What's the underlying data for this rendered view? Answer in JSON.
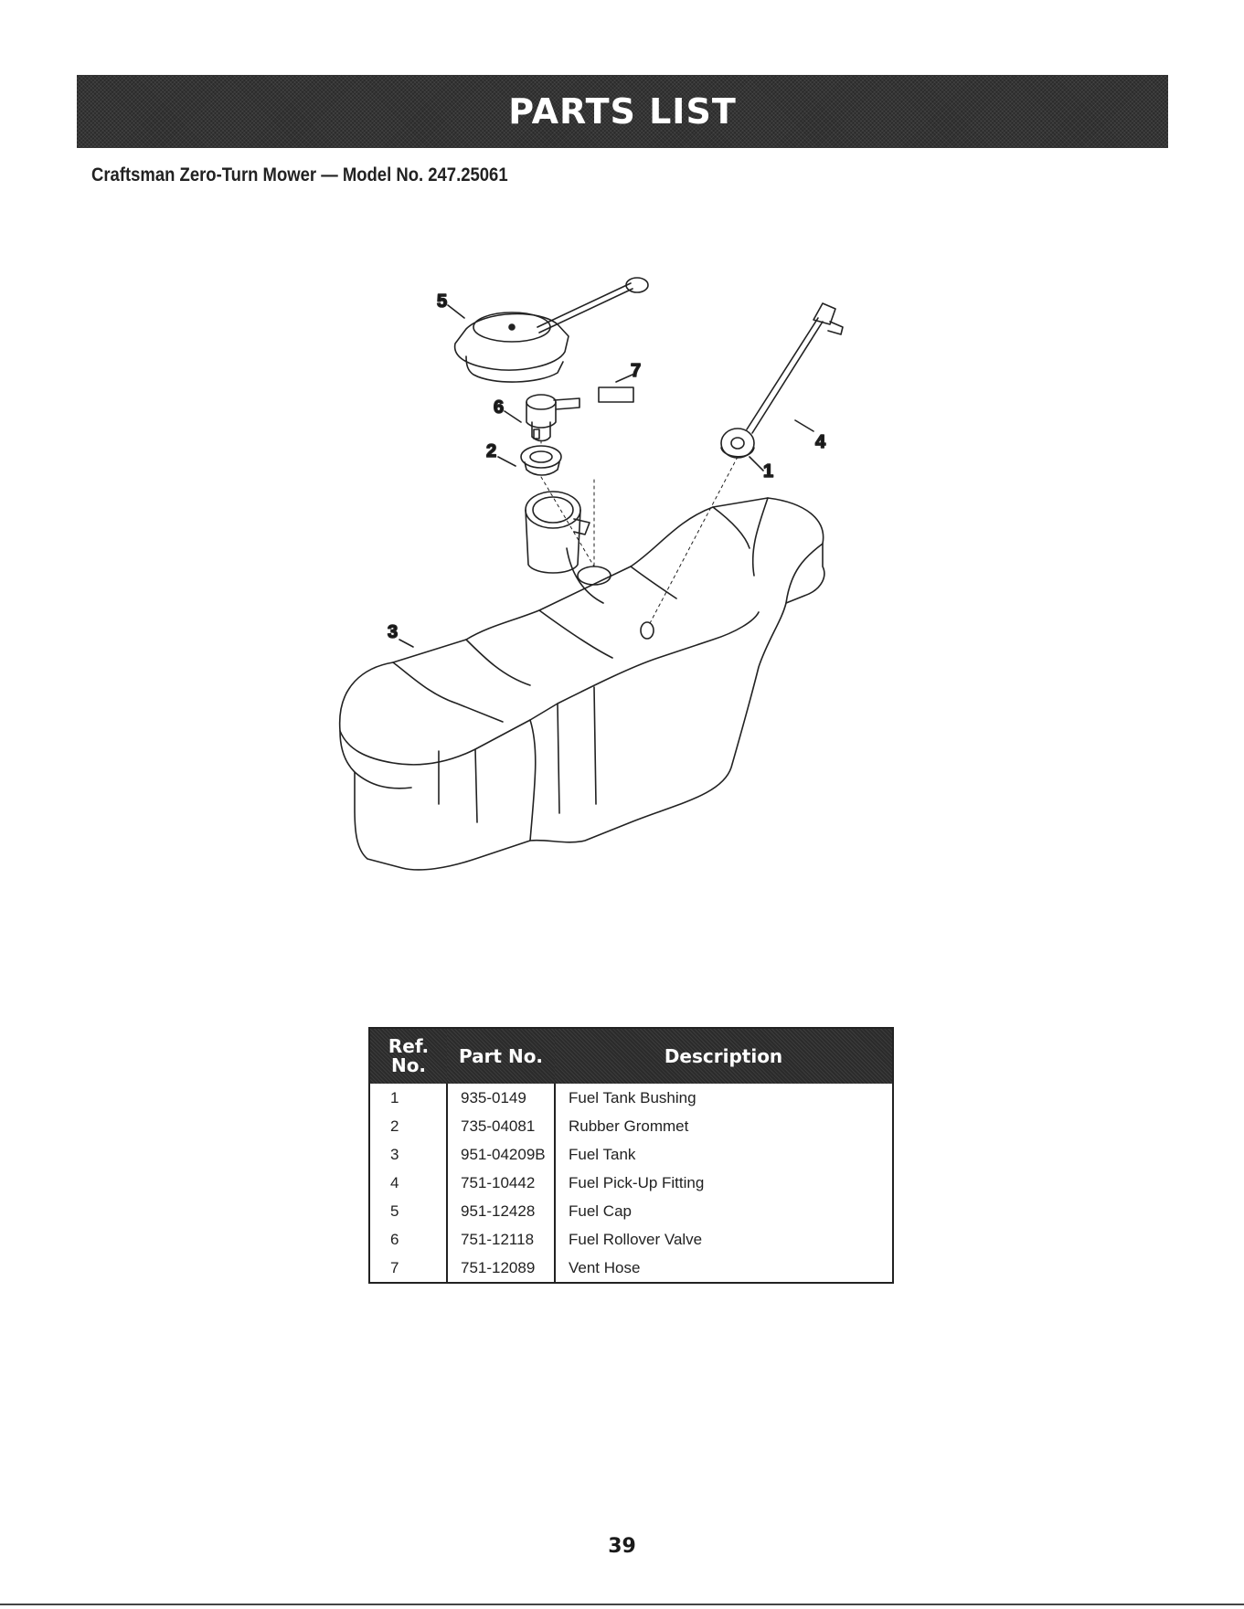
{
  "header": {
    "title": "PARTS LIST",
    "subtitle": "Craftsman Zero-Turn Mower — Model No. 247.25061"
  },
  "diagram": {
    "callouts": [
      "1",
      "2",
      "3",
      "4",
      "5",
      "6",
      "7"
    ]
  },
  "table": {
    "columns": {
      "ref_line1": "Ref.",
      "ref_line2": "No.",
      "part": "Part No.",
      "description": "Description"
    },
    "rows": [
      {
        "ref": "1",
        "part": "935-0149",
        "description": "Fuel Tank Bushing"
      },
      {
        "ref": "2",
        "part": "735-04081",
        "description": "Rubber Grommet"
      },
      {
        "ref": "3",
        "part": "951-04209B",
        "description": "Fuel Tank"
      },
      {
        "ref": "4",
        "part": "751-10442",
        "description": "Fuel Pick-Up Fitting"
      },
      {
        "ref": "5",
        "part": "951-12428",
        "description": "Fuel Cap"
      },
      {
        "ref": "6",
        "part": "751-12118",
        "description": "Fuel Rollover Valve"
      },
      {
        "ref": "7",
        "part": "751-12089",
        "description": "Vent Hose"
      }
    ]
  },
  "footer": {
    "page_number": "39"
  }
}
